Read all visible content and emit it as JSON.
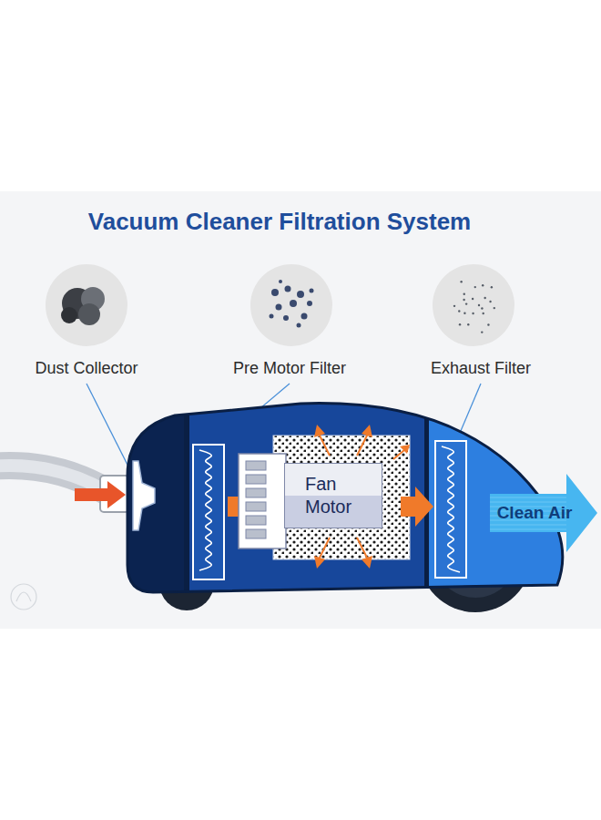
{
  "diagram": {
    "title": "Vacuum Cleaner Filtration System",
    "nodes": [
      {
        "text": [
          "Fan Motor"
        ]
      },
      {
        "text": [
          "Clean Air"
        ]
      }
    ],
    "labels": [
      "Dust Collector",
      "Pre Motor Filter",
      "Exhaust Filter"
    ]
  }
}
